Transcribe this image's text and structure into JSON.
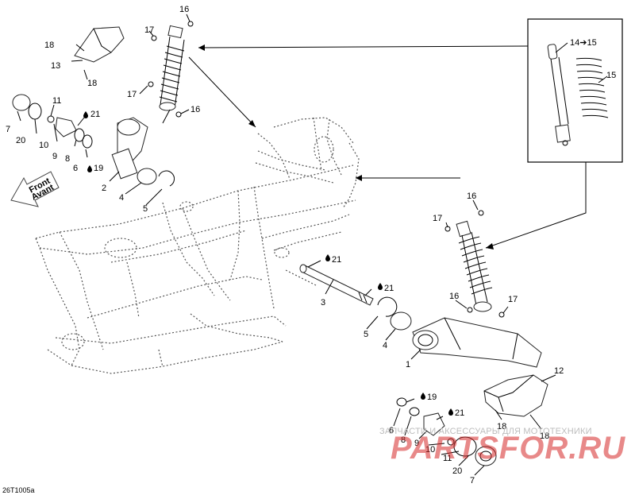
{
  "drawing_code": "26T1005a",
  "front_arrow": {
    "line1": "Front",
    "line2": "Avant"
  },
  "watermark": {
    "tagline": "ЗАПЧАСТИ И АКСЕССУАРЫ ДЛЯ МОТОТЕХНИКИ",
    "logo": "PARTSFOR.RU"
  },
  "colors": {
    "line": "#000000",
    "frame": "#555555",
    "watermark": "#d62828"
  },
  "callouts": {
    "c16a": "16",
    "c17a": "17",
    "c18a": "18",
    "c13": "13",
    "c18b": "18",
    "c17b": "17",
    "c16b": "16",
    "c11a": "11",
    "c7a": "7",
    "c20a": "20",
    "c21a": "21",
    "c10a": "10",
    "c9a": "9",
    "c8a": "8",
    "c6a": "6",
    "c19a": "19",
    "c2": "2",
    "c4a": "4",
    "c5a": "5",
    "c1415": "14➔15",
    "c15": "15",
    "c16c": "16",
    "c17c": "17",
    "c21b": "21",
    "c21c": "21",
    "c3": "3",
    "c5b": "5",
    "c4b": "4",
    "c1": "1",
    "c16d": "16",
    "c17d": "17",
    "c12": "12",
    "c19b": "19",
    "c21d": "21",
    "c6b": "6",
    "c8b": "8",
    "c9b": "9",
    "c10b": "10",
    "c11b": "11",
    "c20b": "20",
    "c18c": "18",
    "c18d": "18",
    "c7b": "7"
  }
}
